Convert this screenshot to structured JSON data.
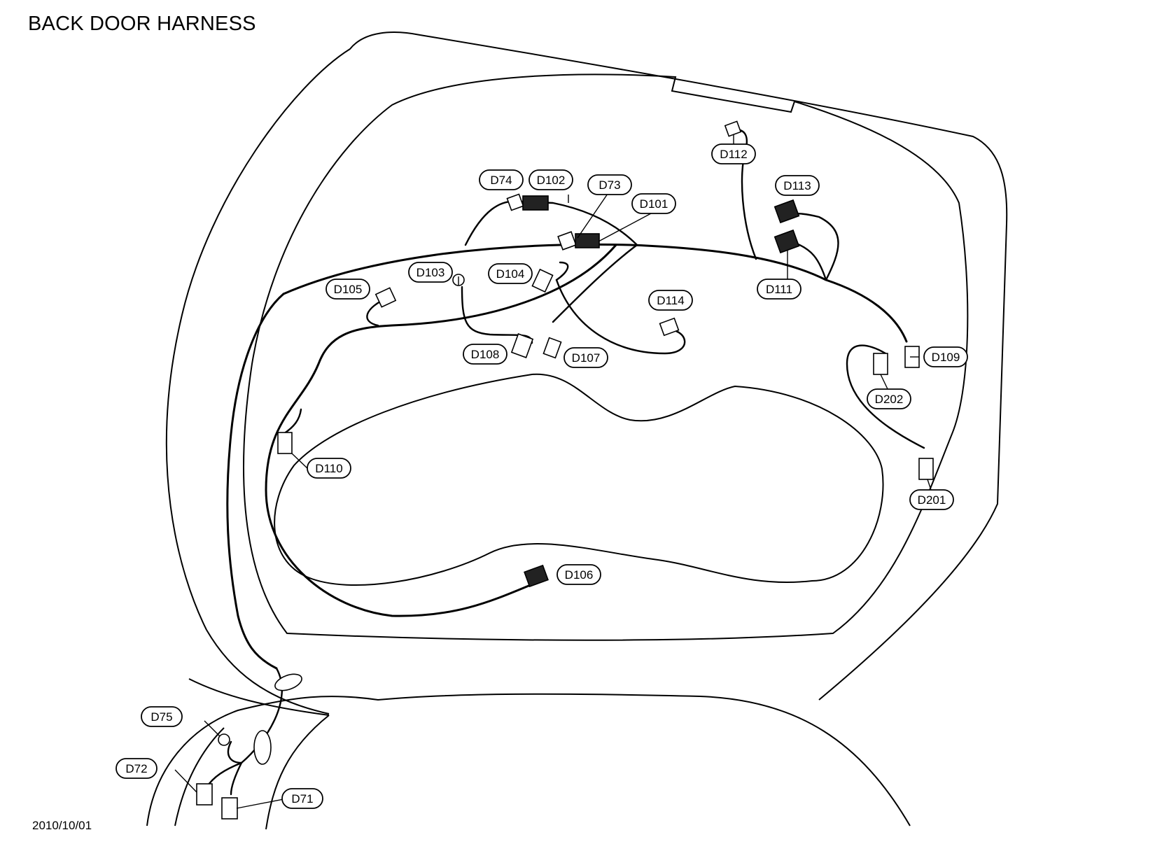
{
  "title": "BACK DOOR HARNESS",
  "date": "2010/10/01",
  "connectors": [
    {
      "id": "D74"
    },
    {
      "id": "D102"
    },
    {
      "id": "D73"
    },
    {
      "id": "D101"
    },
    {
      "id": "D112"
    },
    {
      "id": "D113"
    },
    {
      "id": "D111"
    },
    {
      "id": "D103"
    },
    {
      "id": "D104"
    },
    {
      "id": "D105"
    },
    {
      "id": "D114"
    },
    {
      "id": "D108"
    },
    {
      "id": "D107"
    },
    {
      "id": "D109"
    },
    {
      "id": "D202"
    },
    {
      "id": "D110"
    },
    {
      "id": "D201"
    },
    {
      "id": "D106"
    },
    {
      "id": "D75"
    },
    {
      "id": "D72"
    },
    {
      "id": "D71"
    }
  ]
}
